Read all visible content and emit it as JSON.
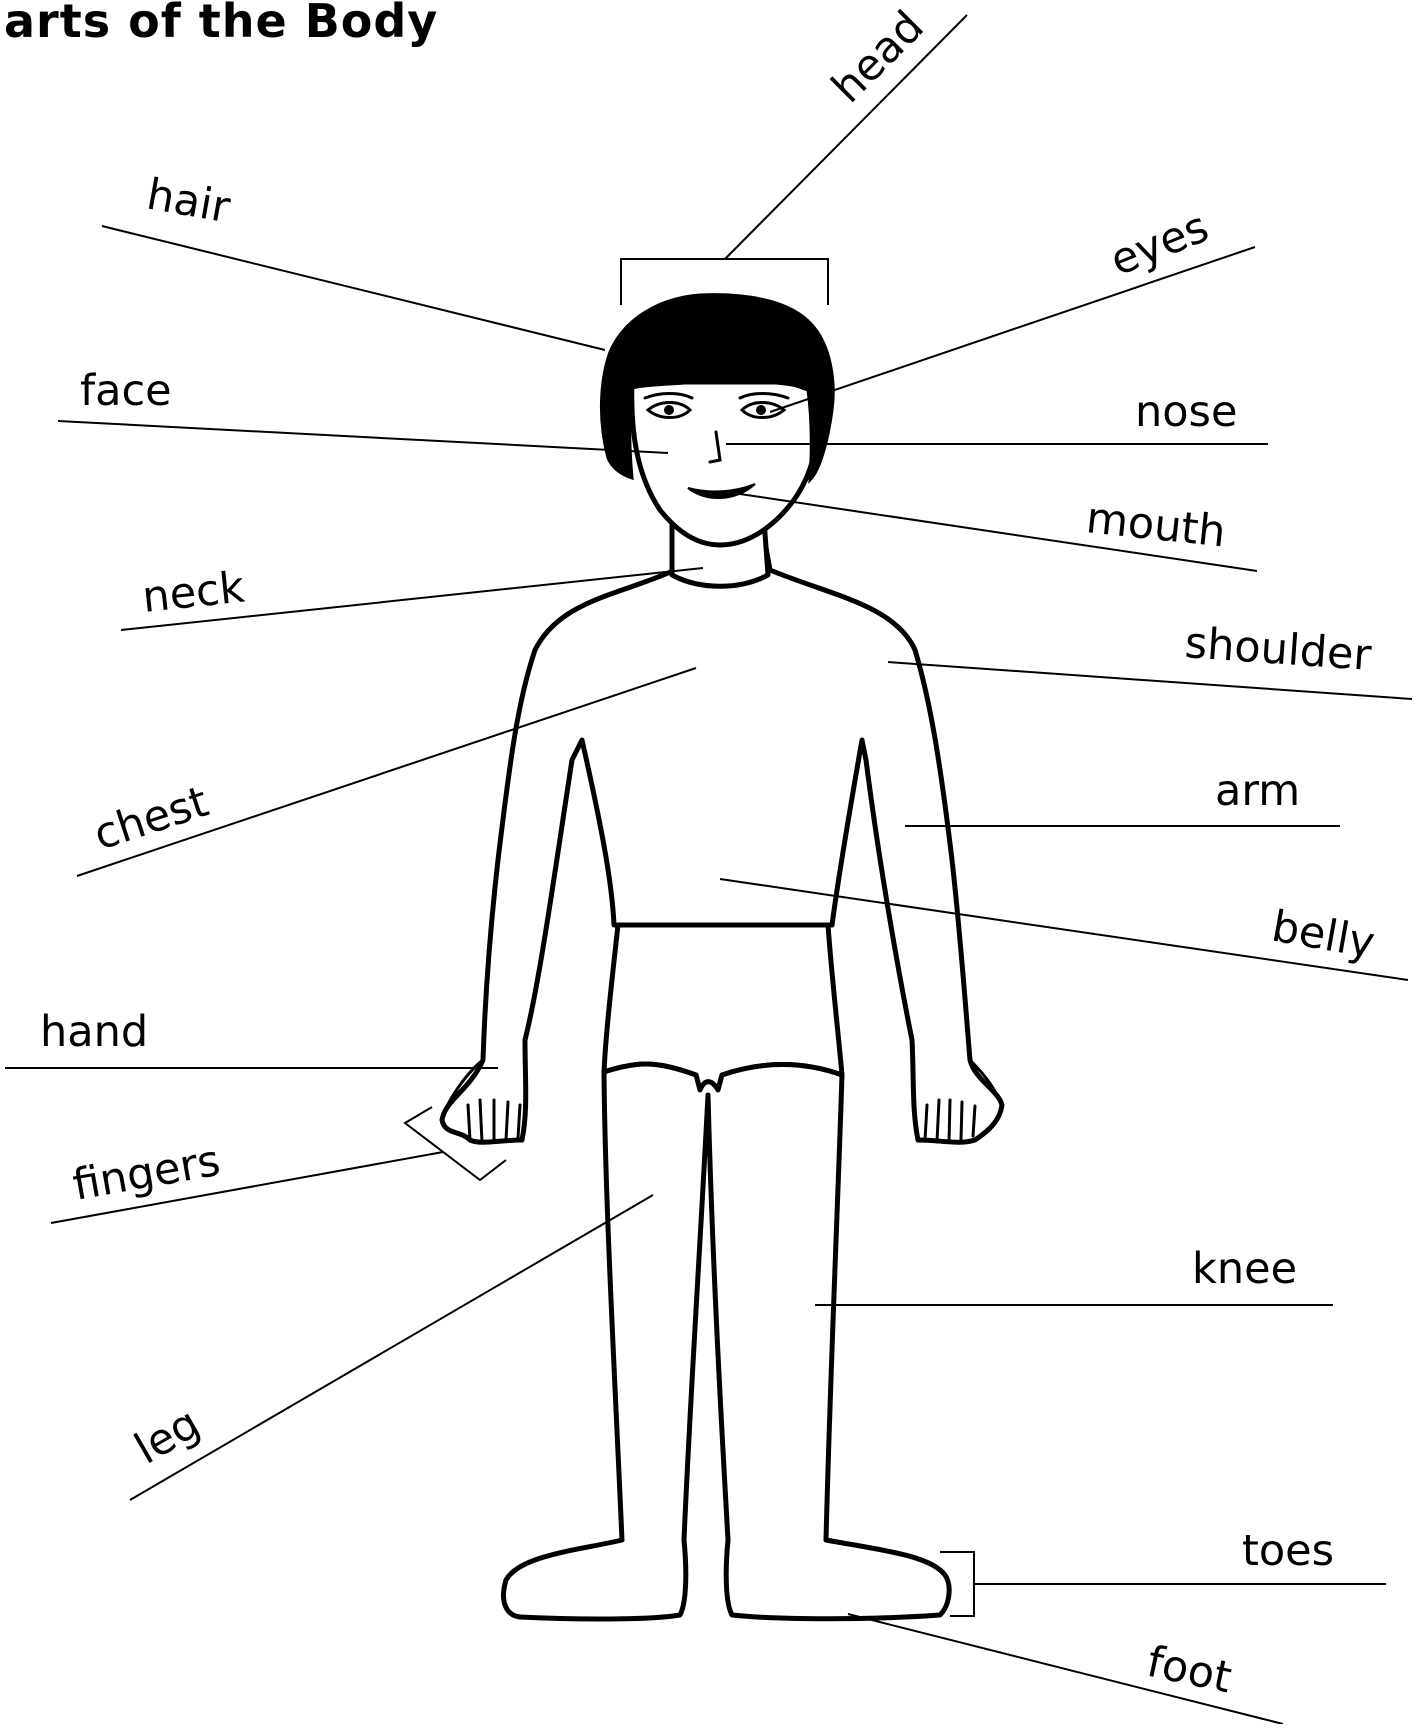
{
  "title": "arts of the Body",
  "labels": {
    "head": "head",
    "hair": "hair",
    "eyes": "eyes",
    "face": "face",
    "nose": "nose",
    "mouth": "mouth",
    "neck": "neck",
    "shoulder": "shoulder",
    "chest": "chest",
    "arm": "arm",
    "belly": "belly",
    "hand": "hand",
    "fingers": "fingers",
    "knee": "knee",
    "leg": "leg",
    "toes": "toes",
    "foot": "foot"
  }
}
